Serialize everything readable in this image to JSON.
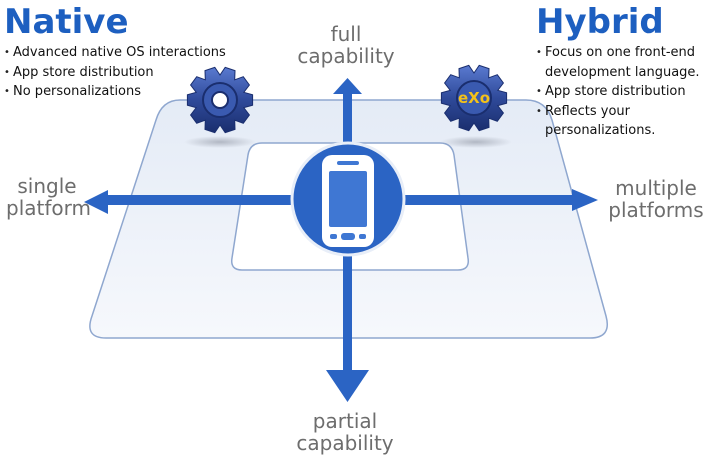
{
  "native": {
    "title": "Native",
    "bullets": [
      "Advanced native OS interactions",
      "App store distribution",
      "No personalizations"
    ]
  },
  "hybrid": {
    "title": "Hybrid",
    "bullets": [
      "Focus on one front-end development language.",
      "App store distribution",
      "Reflects your personalizations."
    ],
    "logo_text": "eXo"
  },
  "axes": {
    "top": [
      "full",
      "capability"
    ],
    "bottom": [
      "partial",
      "capability"
    ],
    "left": [
      "single",
      "platform"
    ],
    "right": [
      "multiple",
      "platforms"
    ]
  },
  "colors": {
    "accent": "#1d5fc0",
    "arrow": "#2b64c4",
    "gear": "#2f4a9a",
    "plane_fill": "#eef3fa",
    "plane_stroke": "#8fa7cf",
    "label_gray": "#6d6d6d"
  },
  "icons": [
    "gear-icon",
    "exo-gear-icon",
    "smartphone-icon"
  ]
}
